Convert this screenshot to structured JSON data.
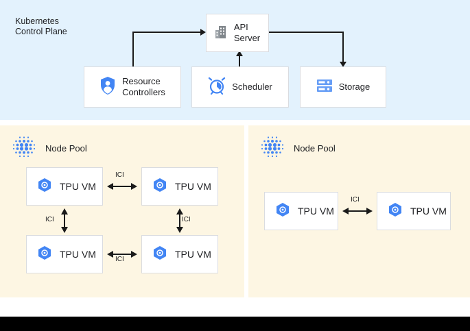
{
  "control_plane": {
    "title": "Kubernetes\nControl Plane",
    "background_color": "#e3f2fd",
    "nodes": [
      {
        "id": "api-server",
        "label": "API\nServer",
        "icon": "building-icon",
        "icon_color": "#5f6368"
      },
      {
        "id": "resource",
        "label": "Resource\nControllers",
        "icon": "shield-person-icon",
        "icon_color": "#4285f4"
      },
      {
        "id": "scheduler",
        "label": "Scheduler",
        "icon": "alarm-clock-icon",
        "icon_color": "#4285f4"
      },
      {
        "id": "storage",
        "label": "Storage",
        "icon": "database-rack-icon",
        "icon_color": "#4285f4"
      }
    ],
    "connections": [
      {
        "from": "resource",
        "to": "api-server",
        "direction": "to-api"
      },
      {
        "from": "scheduler",
        "to": "api-server",
        "direction": "to-api"
      },
      {
        "from": "api-server",
        "to": "storage",
        "direction": "from-api"
      }
    ]
  },
  "node_pools": [
    {
      "title": "Node Pool",
      "icon": "dot-grid-icon",
      "icon_color": "#4285f4",
      "background_color": "#fdf6e3",
      "vms": [
        {
          "label": "TPU VM",
          "icon": "tpu-hexagon-icon",
          "icon_color": "#4285f4"
        },
        {
          "label": "TPU VM",
          "icon": "tpu-hexagon-icon",
          "icon_color": "#4285f4"
        },
        {
          "label": "TPU VM",
          "icon": "tpu-hexagon-icon",
          "icon_color": "#4285f4"
        },
        {
          "label": "TPU VM",
          "icon": "tpu-hexagon-icon",
          "icon_color": "#4285f4"
        }
      ],
      "links": [
        {
          "label": "ICI",
          "orientation": "horizontal"
        },
        {
          "label": "ICI",
          "orientation": "horizontal"
        },
        {
          "label": "ICI",
          "orientation": "vertical"
        },
        {
          "label": "ICI",
          "orientation": "vertical"
        }
      ]
    },
    {
      "title": "Node Pool",
      "icon": "dot-grid-icon",
      "icon_color": "#4285f4",
      "background_color": "#fdf6e3",
      "vms": [
        {
          "label": "TPU VM",
          "icon": "tpu-hexagon-icon",
          "icon_color": "#4285f4"
        },
        {
          "label": "TPU VM",
          "icon": "tpu-hexagon-icon",
          "icon_color": "#4285f4"
        }
      ],
      "links": [
        {
          "label": "ICI",
          "orientation": "horizontal"
        }
      ]
    }
  ],
  "colors": {
    "control_plane_bg": "#e3f2fd",
    "node_pool_bg": "#fdf6e3",
    "box_bg": "#ffffff",
    "box_border": "#dadce0",
    "accent_blue": "#4285f4",
    "text": "#202124",
    "line": "#1a1a1a",
    "bottom_bar": "#000000"
  }
}
